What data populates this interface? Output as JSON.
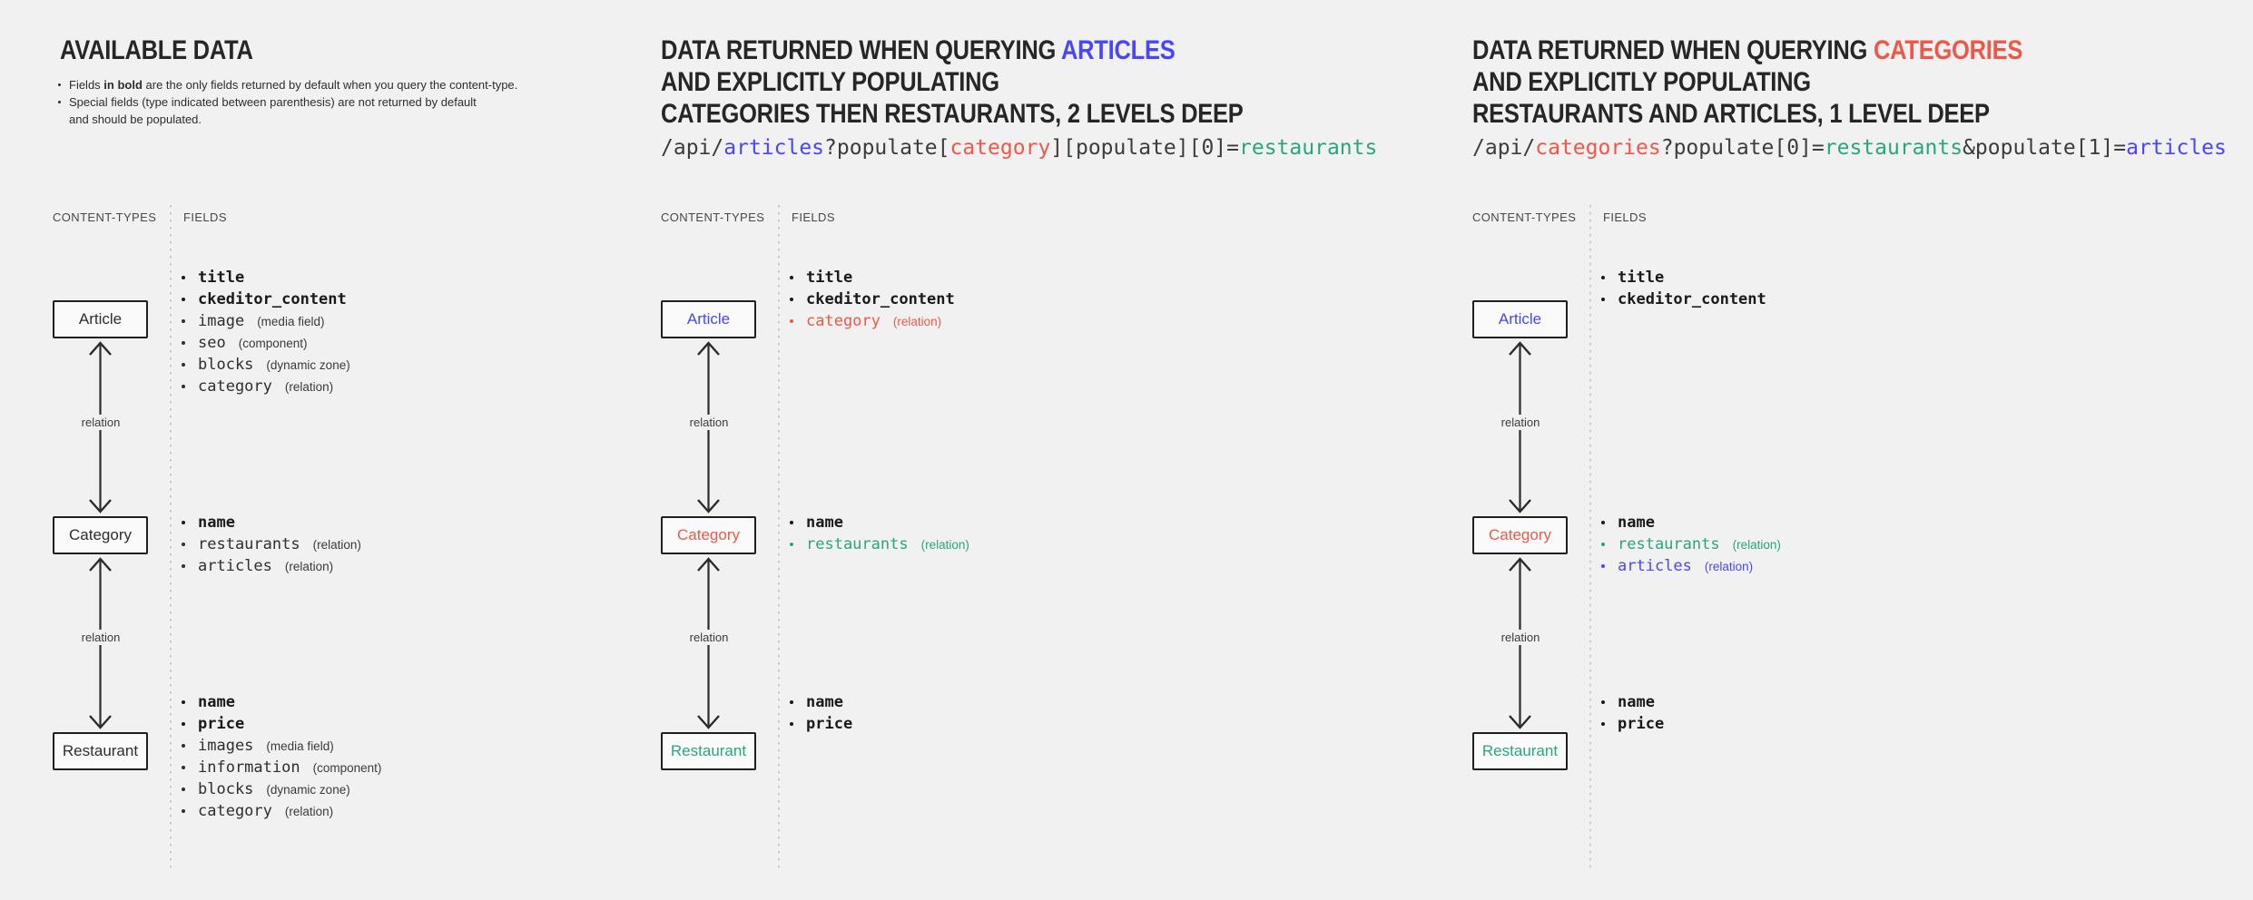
{
  "palette": {
    "background": "#f1f1f1",
    "ink": "#262626",
    "box_border": "#1f1f1f",
    "box_bg": "#fafafa",
    "blue": "#4945ff",
    "red": "#ee5849",
    "teal": "#2aa57f",
    "code_plain": "#3c3c3c",
    "divider": "#c9c9c9"
  },
  "columns": [
    {
      "title": "AVAILABLE DATA",
      "notes": [
        {
          "segments": [
            {
              "text": "Fields "
            },
            {
              "text": "in bold",
              "bold": true
            },
            {
              "text": " are the only fields returned by default when you query the content-type."
            }
          ]
        },
        {
          "segments": [
            {
              "text": "Special fields (type indicated between parenthesis) are not returned by default"
            }
          ]
        },
        {
          "segments": [
            {
              "text": "and should be populated."
            }
          ]
        }
      ],
      "content_types_label": "CONTENT-TYPES",
      "fields_label": "FIELDS",
      "relation_label": "relation",
      "boxes": [
        {
          "label": "Article"
        },
        {
          "label": "Category"
        },
        {
          "label": "Restaurant"
        }
      ],
      "groups": [
        {
          "fields": [
            {
              "name": "title"
            },
            {
              "name": "ckeditor_content"
            },
            {
              "name": "image",
              "type": "(media field)"
            },
            {
              "name": "seo",
              "type": "(component)"
            },
            {
              "name": "blocks",
              "type": "(dynamic zone)"
            },
            {
              "name": "category",
              "type": "(relation)"
            }
          ]
        },
        {
          "fields": [
            {
              "name": "name"
            },
            {
              "name": "restaurants",
              "type": "(relation)"
            },
            {
              "name": "articles",
              "type": "(relation)"
            }
          ]
        },
        {
          "fields": [
            {
              "name": "name"
            },
            {
              "name": "price"
            },
            {
              "name": "images",
              "type": "(media field)"
            },
            {
              "name": "information",
              "type": "(component)"
            },
            {
              "name": "blocks",
              "type": "(dynamic zone)"
            },
            {
              "name": "category",
              "type": "(relation)"
            }
          ]
        }
      ]
    },
    {
      "title_prefix": "DATA RETURNED WHEN QUERYING ",
      "title_highlight": "ARTICLES",
      "title_line2": "AND EXPLICITLY POPULATING",
      "title_line3": "CATEGORIES THEN RESTAURANTS, 2 LEVELS DEEP",
      "code_segments": [
        {
          "text": "/api/"
        },
        {
          "text": "articles",
          "color": "blue"
        },
        {
          "text": "?populate["
        },
        {
          "text": "category",
          "color": "red"
        },
        {
          "text": "][populate][0]="
        },
        {
          "text": "restaurants",
          "color": "teal"
        }
      ],
      "content_types_label": "CONTENT-TYPES",
      "fields_label": "FIELDS",
      "relation_label": "relation",
      "boxes": [
        {
          "label": "Article"
        },
        {
          "label": "Category"
        },
        {
          "label": "Restaurant"
        }
      ],
      "groups": [
        {
          "fields": [
            {
              "name": "title"
            },
            {
              "name": "ckeditor_content"
            },
            {
              "name": "category",
              "type": "(relation)"
            }
          ]
        },
        {
          "fields": [
            {
              "name": "name"
            },
            {
              "name": "restaurants",
              "type": "(relation)"
            }
          ]
        },
        {
          "fields": [
            {
              "name": "name"
            },
            {
              "name": "price"
            }
          ]
        }
      ]
    },
    {
      "title_prefix": "DATA RETURNED WHEN QUERYING ",
      "title_highlight": "CATEGORIES",
      "title_line2": "AND EXPLICITLY POPULATING",
      "title_line3": "RESTAURANTS AND ARTICLES, 1 LEVEL DEEP",
      "code_segments": [
        {
          "text": "/api/"
        },
        {
          "text": "categories",
          "color": "red"
        },
        {
          "text": "?populate[0]="
        },
        {
          "text": "restaurants",
          "color": "teal"
        },
        {
          "text": "&populate[1]="
        },
        {
          "text": "articles",
          "color": "blue"
        }
      ],
      "content_types_label": "CONTENT-TYPES",
      "fields_label": "FIELDS",
      "relation_label": "relation",
      "boxes": [
        {
          "label": "Article"
        },
        {
          "label": "Category"
        },
        {
          "label": "Restaurant"
        }
      ],
      "groups": [
        {
          "fields": [
            {
              "name": "title"
            },
            {
              "name": "ckeditor_content"
            }
          ]
        },
        {
          "fields": [
            {
              "name": "name"
            },
            {
              "name": "restaurants",
              "type": "(relation)"
            },
            {
              "name": "articles",
              "type": "(relation)"
            }
          ]
        },
        {
          "fields": [
            {
              "name": "name"
            },
            {
              "name": "price"
            }
          ]
        }
      ]
    }
  ]
}
